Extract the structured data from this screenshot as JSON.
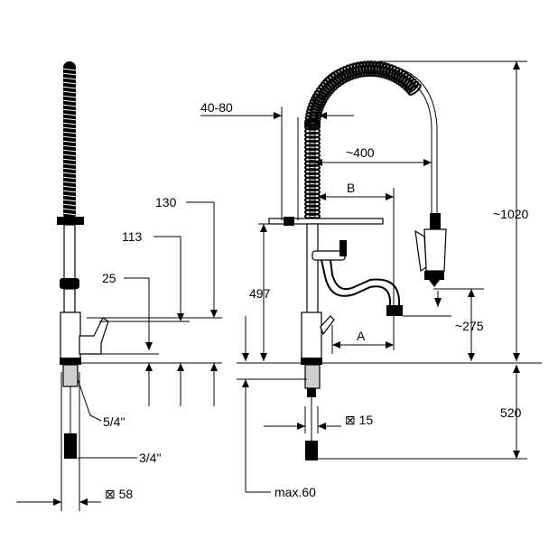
{
  "colors": {
    "ink": "#000000",
    "background": "#ffffff",
    "shade": "#cfcfcf"
  },
  "labels": {
    "dim_130": "130",
    "dim_113": "113",
    "dim_25": "25",
    "thread_5_4": "5/4\"",
    "thread_3_4": "3/4\"",
    "width_58": "⊠ 58",
    "reach_40_80": "40-80",
    "reach_400": "~400",
    "dim_B": "B",
    "height_497": "497",
    "dim_A": "A",
    "height_1020": "~1020",
    "height_275": "~275",
    "depth_520": "520",
    "width_15": "⊠ 15",
    "max_60": "max.60"
  }
}
